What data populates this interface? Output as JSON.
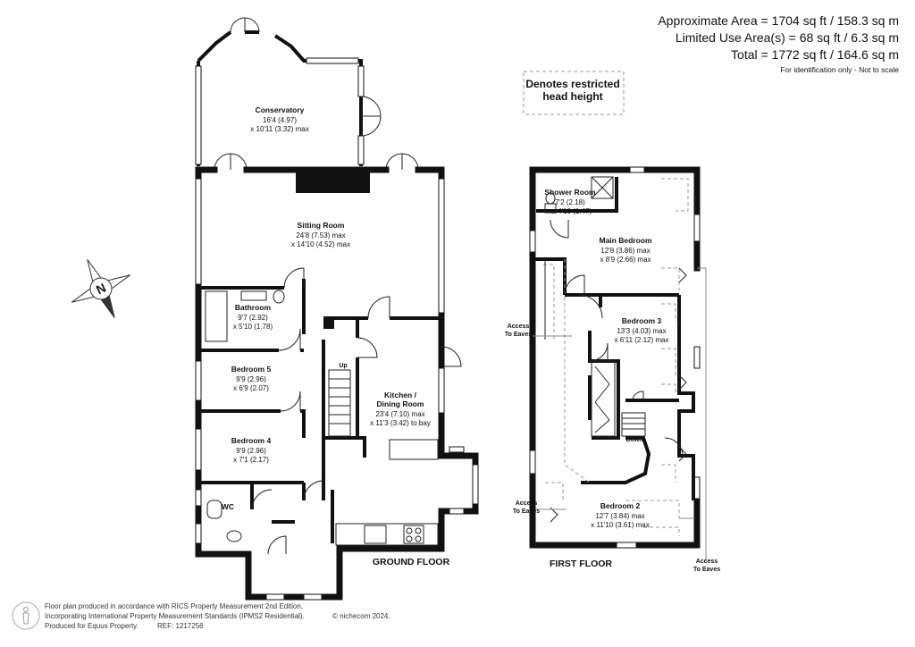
{
  "areas": {
    "approx": "Approximate Area = 1704 sq ft / 158.3 sq m",
    "limited": "Limited Use Area(s) = 68 sq ft / 6.3 sq m",
    "total": "Total = 1772 sq ft / 164.6 sq m",
    "note": "For identification only - Not to scale"
  },
  "legend": {
    "line1": "Denotes restricted",
    "line2": "head height"
  },
  "ground_floor": {
    "label": "GROUND FLOOR",
    "conservatory": {
      "name": "Conservatory",
      "d1": "16'4 (4.97)",
      "d2": "x 10'11 (3.32) max"
    },
    "sitting": {
      "name": "Sitting Room",
      "d1": "24'8 (7.53) max",
      "d2": "x 14'10 (4.52) max"
    },
    "bathroom": {
      "name": "Bathroom",
      "d1": "9'7 (2.92)",
      "d2": "x 5'10 (1.78)"
    },
    "bedroom5": {
      "name": "Bedroom 5",
      "d1": "9'9 (2.96)",
      "d2": "x 6'9 (2.07)"
    },
    "bedroom4": {
      "name": "Bedroom 4",
      "d1": "9'9 (2.96)",
      "d2": "x 7'1 (2.17)"
    },
    "kitchen": {
      "name1": "Kitchen /",
      "name2": "Dining Room",
      "d1": "23'4 (7.10) max",
      "d2": "x 11'3 (3.42) to bay"
    },
    "wc": {
      "name": "WC"
    },
    "up": "Up"
  },
  "first_floor": {
    "label": "FIRST FLOOR",
    "shower": {
      "name": "Shower Room",
      "d1": "7'2 (2.18)",
      "d2": "x 4'10 (1.47)"
    },
    "main": {
      "name": "Main Bedroom",
      "d1": "12'8 (3.86) max",
      "d2": "x 8'9 (2.66) max"
    },
    "bedroom3": {
      "name": "Bedroom 3",
      "d1": "13'3 (4.03) max",
      "d2": "x 6'11 (2.12) max"
    },
    "bedroom2": {
      "name": "Bedroom 2",
      "d1": "12'7 (3.84) max",
      "d2": "x 11'10 (3.61) max"
    },
    "down": "Down",
    "eaves1": {
      "l1": "Access",
      "l2": "To Eaves"
    },
    "eaves2": {
      "l1": "Access",
      "l2": "To Eaves"
    },
    "eaves3": {
      "l1": "Access",
      "l2": "To Eaves"
    }
  },
  "compass": {
    "letter": "N"
  },
  "footer": {
    "line1": "Floor plan produced in accordance with RICS Property Measurement 2nd Edition,",
    "line2": "Incorporating International Property Measurement Standards (IPMS2 Residential).",
    "brand": "© nichecom 2024.",
    "line3": "Produced for Equus Property.",
    "ref": "REF: 1217256"
  },
  "colors": {
    "wall": "#111111",
    "dashed": "#999999",
    "background": "#ffffff"
  }
}
